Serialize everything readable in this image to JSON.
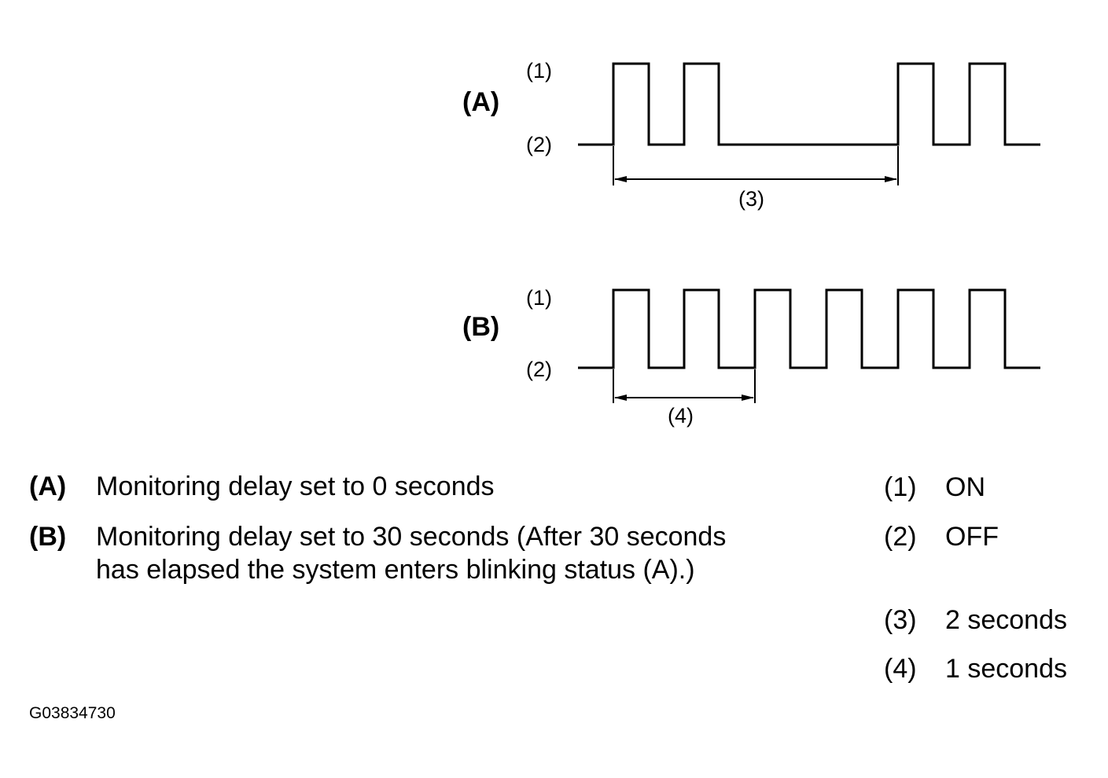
{
  "diagram": {
    "a": {
      "label": "(A)",
      "level_on": "(1)",
      "level_off": "(2)",
      "interval": "(3)"
    },
    "b": {
      "label": "(B)",
      "level_on": "(1)",
      "level_off": "(2)",
      "interval": "(4)"
    }
  },
  "legend": {
    "a": {
      "key": "(A)",
      "text": "Monitoring delay set to 0 seconds"
    },
    "b": {
      "key": "(B)",
      "line1": "Monitoring delay set to 30 seconds (After 30 seconds",
      "line2": "has elapsed the system enters blinking status (A).)"
    },
    "items": [
      {
        "key": "(1)",
        "text": "ON"
      },
      {
        "key": "(2)",
        "text": "OFF"
      },
      {
        "key": "(3)",
        "text": "2 seconds"
      },
      {
        "key": "(4)",
        "text": "1 seconds"
      }
    ]
  },
  "figure_code": "G03834730"
}
